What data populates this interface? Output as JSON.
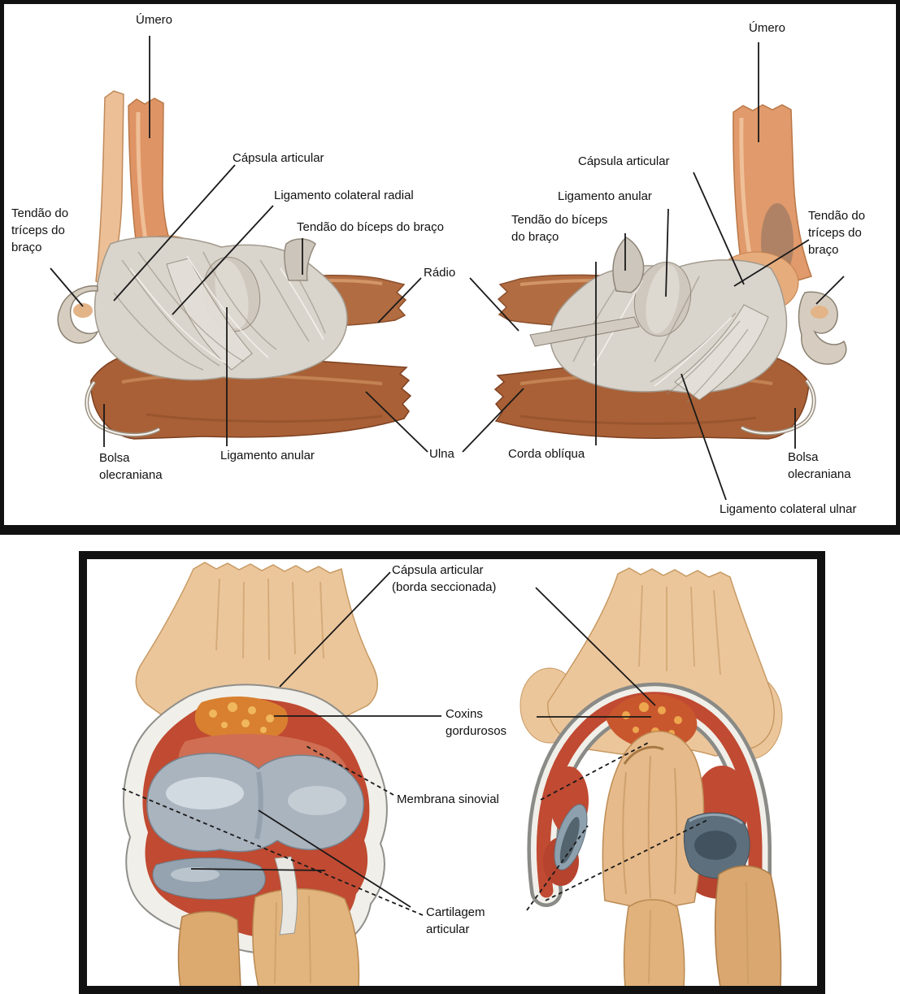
{
  "panels": {
    "top": {
      "labels": {
        "umero_left": "Úmero",
        "umero_right": "Úmero",
        "capsula_left": "Cápsula articular",
        "capsula_right": "Cápsula articular",
        "lig_colateral_radial": "Ligamento colateral radial",
        "tendao_biceps_left": "Tendão do bíceps do braço",
        "tendao_triceps_left": "Tendão do\ntríceps do\nbraço",
        "tendao_triceps_right": "Tendão do\ntríceps do\nbraço",
        "radio": "Rádio",
        "ulna": "Ulna",
        "bolsa_olecraniana_left": "Bolsa\nolecraniana",
        "bolsa_olecraniana_right": "Bolsa\nolecraniana",
        "lig_anular_left": "Ligamento anular",
        "lig_anular_right": "Ligamento anular",
        "corda_obliqua": "Corda oblíqua",
        "tendao_biceps_right": "Tendão do bíceps\ndo braço",
        "lig_colateral_ulnar": "Ligamento colateral ulnar"
      }
    },
    "bottom": {
      "labels": {
        "capsula_borda": "Cápsula articular\n(borda seccionada)",
        "coxins": "Coxins\ngordurosos",
        "membrana_sinovial": "Membrana sinovial",
        "cartilagem": "Cartilagem\narticular"
      }
    }
  },
  "palette": {
    "background": "#ffffff",
    "frame": "#111111",
    "leader_line": "#1a1a1a",
    "text": "#111111",
    "bone_light": "#ecc69b",
    "bone_tan": "#e09a6c",
    "bone_brown": "#a96036",
    "ligament_gray": "#d9d4cc",
    "synovial_red": "#c04a32",
    "fat_pad_orange": "#d8802f",
    "cartilage_blue": "#aab4bf"
  }
}
